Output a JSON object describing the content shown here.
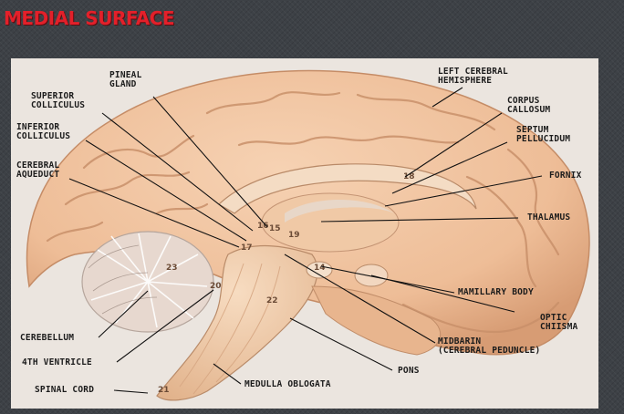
{
  "slide": {
    "title": "MEDIAL SURFACE"
  },
  "colors": {
    "title": "#e3202a",
    "background": "#3d4146",
    "brain_tissue": "#f1c6a4",
    "label_text": "#1c1c1c"
  },
  "labels": {
    "pineal_gland": "PINEAL\nGLAND",
    "superior_colliculus": "SUPERIOR\nCOLLICULUS",
    "inferior_colliculus": "INFERIOR\nCOLLICULUS",
    "cerebral_aqueduct": "CEREBRAL\nAQUEDUCT",
    "left_cerebral_hemisphere": "LEFT CEREBRAL\nHEMISPHERE",
    "corpus_callosum": "CORPUS\nCALLOSUM",
    "septum_pellucidum": "SEPTUM\nPELLUCIDUM",
    "fornix": "FORNIX",
    "thalamus": "THALAMUS",
    "mamillary_body": "MAMILLARY BODY",
    "optic_chiasma": "OPTIC\nCHIISMA",
    "midbrain": "MIDBARIN\n(CEREBRAL PEDUNCLE)",
    "pons": "PONS",
    "cerebellum": "CEREBELLUM",
    "fourth_ventricle": "4TH VENTRICLE",
    "medulla_oblongata": "MEDULLA OBLOGATA",
    "spinal_cord": "SPINAL CORD"
  },
  "model_numbers": [
    "21",
    "18",
    "15",
    "22",
    "17",
    "16",
    "19",
    "14",
    "20",
    "23"
  ]
}
